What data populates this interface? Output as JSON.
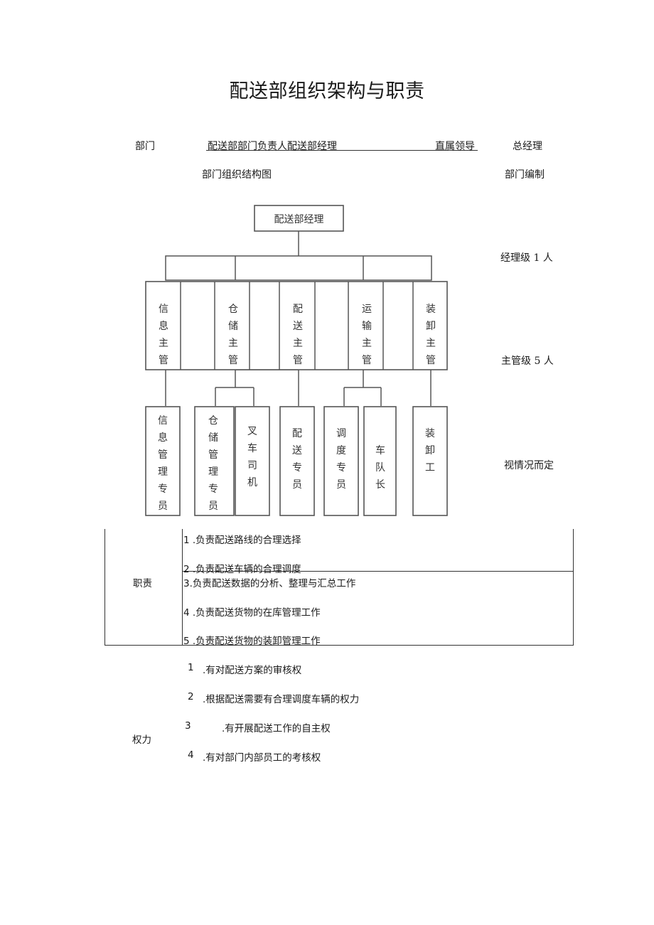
{
  "title": "配送部组织架构与职责",
  "header": {
    "dept_label": "部门",
    "dept_value": "配送部部门负责人配送部经理",
    "leader_label": "直属领导",
    "leader_value": "总经理"
  },
  "subheader": {
    "org_chart_label": "部门组织结构图",
    "staffing_label": "部门编制"
  },
  "org_chart": {
    "root": "配送部经理",
    "supervisors": [
      "信息主管",
      "仓储主管",
      "配送主管",
      "运输主管",
      "装卸主管"
    ],
    "staff": [
      "信息管理专员",
      "仓储管理专员",
      "叉车司机",
      "配送专员",
      "调度专员",
      "车队长",
      "装卸工"
    ]
  },
  "staffing": {
    "manager_level": "经理级 1 人",
    "supervisor_level": "主管级 5 人",
    "staff_level": "视情况而定"
  },
  "duties": {
    "label": "职责",
    "items": [
      "1 .负责配送路线的合理选择",
      "2 .负责配送车辆的合理调度",
      "3.负责配送数据的分析、整理与汇总工作",
      "4 .负责配送货物的在库管理工作",
      "5 .负责配送货物的装卸管理工作"
    ]
  },
  "authority": {
    "label": "权力",
    "items": [
      {
        "num": "1",
        "text": ".有对配送方案的审核权"
      },
      {
        "num": "2",
        "text": ".根据配送需要有合理调度车辆的权力"
      },
      {
        "num": "3",
        "text": ".有开展配送工作的自主权"
      },
      {
        "num": "4",
        "text": ".有对部门内部员工的考核权"
      }
    ]
  }
}
